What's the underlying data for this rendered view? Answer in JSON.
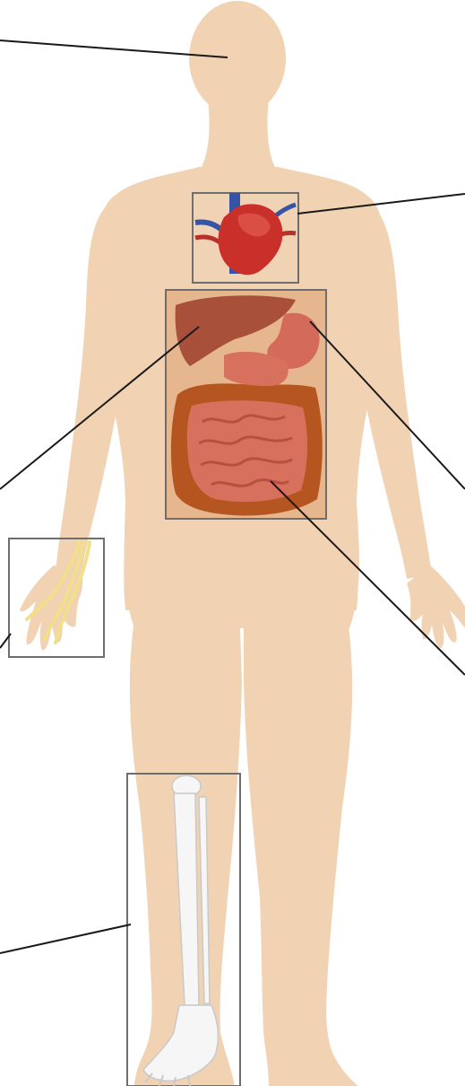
{
  "diagram": {
    "subject": "human-body-organ-systems",
    "colors": {
      "background": "#ffffff",
      "skin": "#f1d3b3",
      "skin_shadow": "#e8c29c",
      "leader_line": "#1a1a1a",
      "inset_border": "#6e6e6e",
      "organ_panel": "#e6b68e",
      "heart": "#c9302a",
      "vein": "#3554a8",
      "liver": "#a8503a",
      "stomach": "#d36a5a",
      "small_intestine": "#d8705e",
      "large_intestine": "#b5551f",
      "nerve": "#f1df8a",
      "bone": "#f6f6f6"
    },
    "callouts": [
      {
        "name": "brain-leader-line",
        "target": "head"
      },
      {
        "name": "heart-leader-line",
        "target": "heart"
      },
      {
        "name": "liver-leader-line",
        "target": "liver"
      },
      {
        "name": "stomach-leader-line",
        "target": "stomach"
      },
      {
        "name": "intestine-leader-line",
        "target": "small-intestine"
      },
      {
        "name": "nerve-leader-line",
        "target": "hand-nerves"
      },
      {
        "name": "bone-leader-line",
        "target": "leg-bones"
      }
    ]
  }
}
